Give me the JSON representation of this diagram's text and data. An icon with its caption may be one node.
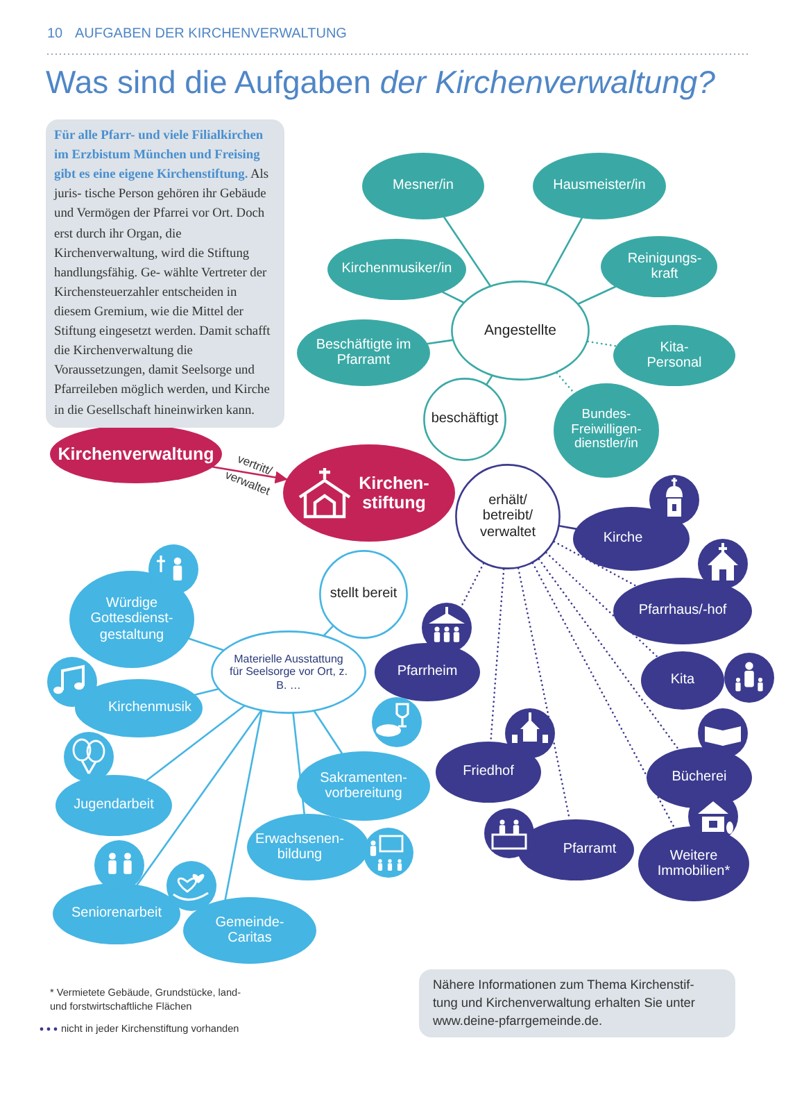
{
  "diagram": {
    "title": "Was sind die Aufgaben *der Kirchenverwaltung?*",
    "nodes": [
      {
        "text": [
          "Kirchenverwaltung"
        ]
      },
      {
        "text": [
          "Kirchen- stiftung"
        ]
      },
      {
        "text": [
          "beschäftigt"
        ]
      },
      {
        "text": [
          "Angestellte"
        ]
      },
      {
        "text": [
          "Mesner/in"
        ]
      },
      {
        "text": [
          "Hausmeister/in"
        ]
      },
      {
        "text": [
          "Kirchenmusiker/in"
        ]
      },
      {
        "text": [
          "Reinigungs- kraft"
        ]
      },
      {
        "text": [
          "Beschäftigte im Pfarramt"
        ]
      },
      {
        "text": [
          "Kita- Personal"
        ]
      },
      {
        "text": [
          "Bundes- Freiwilligen- dienstler/in"
        ]
      },
      {
        "text": [
          "stellt bereit"
        ]
      },
      {
        "text": [
          "erhält/ betreibt/ verwaltet"
        ]
      },
      {
        "text": [
          "Materielle Ausstattung für Seelsorge vor Ort, z. B. …"
        ]
      },
      {
        "text": [
          "Würdige Gottesdienst- gestaltung"
        ]
      },
      {
        "text": [
          "Kirchenmusik"
        ]
      },
      {
        "text": [
          "Sakramenten- vorbereitung"
        ]
      },
      {
        "text": [
          "Jugendarbeit"
        ]
      },
      {
        "text": [
          "Erwachsenen- bildung"
        ]
      },
      {
        "text": [
          "Seniorenarbeit"
        ]
      },
      {
        "text": [
          "Gemeinde- Caritas"
        ]
      },
      {
        "text": [
          "Kirche"
        ]
      },
      {
        "text": [
          "Pfarrhaus/-hof"
        ]
      },
      {
        "text": [
          "Pfarrheim"
        ]
      },
      {
        "text": [
          "Kita"
        ]
      },
      {
        "text": [
          "Friedhof"
        ]
      },
      {
        "text": [
          "Bücherei"
        ]
      },
      {
        "text": [
          "Pfarramt"
        ]
      },
      {
        "text": [
          "Weitere Immobilien*"
        ]
      }
    ],
    "edges": [
      {
        "from": 0,
        "to": 1,
        "arrow": "to",
        "label": "vertritt/ verwaltet",
        "color": "#c42358"
      },
      {
        "from": 2,
        "to": 3,
        "arrow": "none",
        "color": "#3aa9a5"
      },
      {
        "from": 3,
        "to": 4,
        "arrow": "none",
        "color": "#3aa9a5"
      },
      {
        "from": 3,
        "to": 5,
        "arrow": "none",
        "color": "#3aa9a5"
      },
      {
        "from": 3,
        "to": 6,
        "arrow": "none",
        "color": "#3aa9a5"
      },
      {
        "from": 3,
        "to": 7,
        "arrow": "none",
        "color": "#3aa9a5"
      },
      {
        "from": 3,
        "to": 8,
        "arrow": "none",
        "color": "#3aa9a5"
      },
      {
        "from": 3,
        "to": 9,
        "arrow": "none",
        "style": "dashed",
        "color": "#3aa9a5"
      },
      {
        "from": 3,
        "to": 10,
        "arrow": "none",
        "style": "dashed",
        "color": "#3aa9a5"
      },
      {
        "from": 11,
        "to": 13,
        "arrow": "none",
        "color": "#45b5e3"
      },
      {
        "from": 13,
        "to": 14,
        "arrow": "none",
        "color": "#45b5e3"
      },
      {
        "from": 13,
        "to": 15,
        "arrow": "none",
        "color": "#45b5e3"
      },
      {
        "from": 13,
        "to": 16,
        "arrow": "none",
        "color": "#45b5e3"
      },
      {
        "from": 13,
        "to": 17,
        "arrow": "none",
        "color": "#45b5e3"
      },
      {
        "from": 13,
        "to": 18,
        "arrow": "none",
        "color": "#45b5e3"
      },
      {
        "from": 13,
        "to": 19,
        "arrow": "none",
        "color": "#45b5e3"
      },
      {
        "from": 13,
        "to": 20,
        "arrow": "none",
        "color": "#45b5e3"
      },
      {
        "from": 12,
        "to": 21,
        "arrow": "none",
        "color": "#3b3a8e"
      },
      {
        "from": 12,
        "to": 22,
        "arrow": "none",
        "style": "dashed",
        "color": "#3b3a8e"
      },
      {
        "from": 12,
        "to": 23,
        "arrow": "none",
        "style": "dashed",
        "color": "#3b3a8e"
      },
      {
        "from": 12,
        "to": 24,
        "arrow": "none",
        "style": "dashed",
        "color": "#3b3a8e"
      },
      {
        "from": 12,
        "to": 25,
        "arrow": "none",
        "style": "dashed",
        "color": "#3b3a8e"
      },
      {
        "from": 12,
        "to": 26,
        "arrow": "none",
        "style": "dashed",
        "color": "#3b3a8e"
      },
      {
        "from": 12,
        "to": 27,
        "arrow": "none",
        "style": "dashed",
        "color": "#3b3a8e"
      },
      {
        "from": 12,
        "to": 28,
        "arrow": "none",
        "style": "dashed",
        "color": "#3b3a8e"
      }
    ],
    "labels": [
      "10",
      "AUFGABEN DER KIRCHENVERWALTUNG",
      "**Für alle Pfarr- und viele Filialkirchen im Erzbistum München und Freising gibt es eine eigene Kirchenstiftung.** Als juris- tische Person gehören ihr Gebäude und Vermögen der Pfarrei vor Ort. Doch erst durch ihr Organ, die Kirchenverwaltung, wird die Stiftung handlungsfähig. Ge- wählte Vertreter der Kirchensteuerzahler entscheiden in diesem Gremium, wie die Mittel der Stiftung eingesetzt werden. Damit schafft die Kirchenverwaltung die Voraussetzungen, damit Seelsorge und Pfarreileben möglich werden, und Kirche in die Gesellschaft hineinwirken kann.",
      "* Vermietete Gebäude, Grundstücke, land- und forstwirtschaftliche Flächen",
      "Nähere Informationen zum Thema Kirchenstif- tung und Kirchenverwaltung erhalten Sie unter www.deine-pfarrgemeinde.de."
    ],
    "legend": [
      {
        "text": "nicht in jeder Kirchenstiftung vorhanden"
      }
    ]
  }
}
